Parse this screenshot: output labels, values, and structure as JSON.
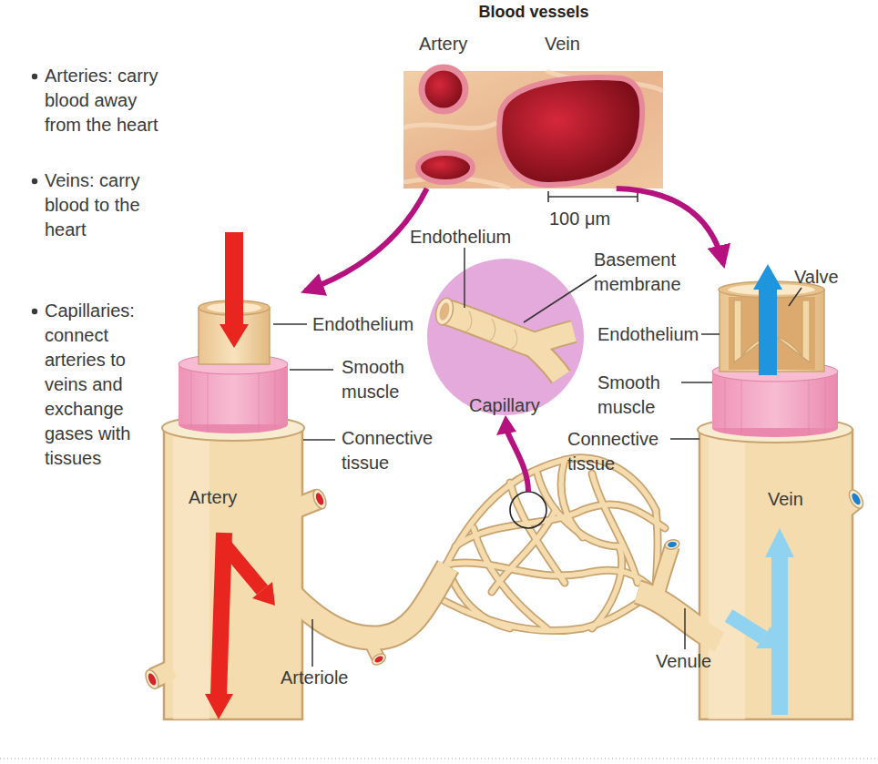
{
  "diagram": {
    "title": "Blood vessels",
    "nodes": [
      {
        "text": [
          "Artery",
          "Vein",
          "100 μm"
        ]
      },
      {
        "text": [
          "Endothelium",
          "Basement membrane",
          "Capillary"
        ]
      },
      {
        "text": [
          "Artery"
        ]
      },
      {
        "text": [
          "Vein"
        ]
      }
    ],
    "edges": [
      {
        "from": 0,
        "to": 2,
        "arrow": "to"
      },
      {
        "from": 0,
        "to": 3,
        "arrow": "to"
      }
    ],
    "labels": [
      "Arteries: carry blood away from the heart",
      "Veins: carry blood to the heart",
      "Capillaries: connect arteries to veins and exchange gases with tissues",
      "Endothelium",
      "Smooth muscle",
      "Connective tissue",
      "Valve",
      "Endothelium",
      "Smooth muscle",
      "Connective tissue",
      "Arteriole",
      "Venule"
    ]
  }
}
